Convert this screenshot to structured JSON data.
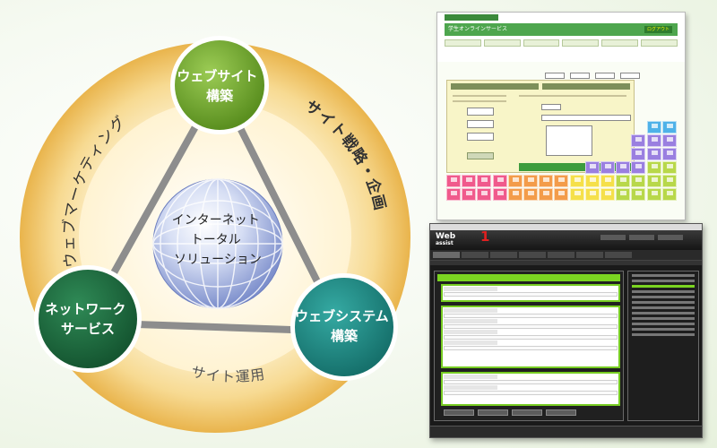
{
  "colors": {
    "green_node": "#6ea32b",
    "dark_green_node": "#1c6b3f",
    "teal_node": "#1f8f8a",
    "ring_gold": "#f0c969",
    "ring_light": "#fbe9b4",
    "triangle": "#8d8d8d",
    "label_text": "#333333"
  },
  "center": {
    "lines": [
      "インターネット",
      "トータル",
      "ソリューション"
    ]
  },
  "nodes": {
    "top": {
      "lines": [
        "ウェブサイト",
        "構築"
      ]
    },
    "left": {
      "lines": [
        "ネットワーク",
        "サービス"
      ]
    },
    "right": {
      "lines": [
        "ウェブシステム",
        "構築"
      ]
    }
  },
  "ring_labels": {
    "left": "ウェブマーケティング",
    "right": "サイト戦略・企画",
    "bottom": "サイト運用"
  },
  "screenshots": {
    "online_service": {
      "title": "学生オンラインサービス",
      "login": "ログアウト"
    },
    "web_assist": {
      "brand_line1": "Web",
      "brand_line2": "assist",
      "brand_mark": "1"
    }
  }
}
